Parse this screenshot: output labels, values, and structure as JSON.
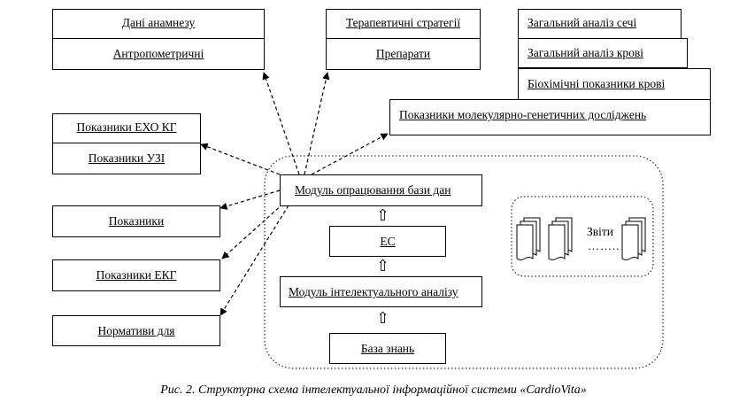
{
  "colors": {
    "line": "#000000",
    "background": "#ffffff"
  },
  "groups": {
    "anamnesis": {
      "items": [
        "Дані анамнезу",
        "Антропометричні"
      ]
    },
    "therapy": {
      "items": [
        "Терапевтичні стратегії",
        "Препарати"
      ]
    },
    "labs": {
      "items": [
        "Загальний аналіз сечі",
        "Загальний аналіз крові",
        "Біохімічні показники крові",
        "Показники молекулярно-генетичних досліджень"
      ]
    },
    "imaging": {
      "items": [
        "Показники ЕХО КГ",
        "Показники УЗІ"
      ]
    },
    "indicators": {
      "label": "Показники"
    },
    "ecg": {
      "label": "Показники ЕКГ"
    },
    "norms": {
      "label": "Нормативи для"
    }
  },
  "core": {
    "processing_module": "Модуль опрацювання бази дан",
    "es": "ЕС",
    "intellectual_module": "Модуль інтелектуального аналізу",
    "knowledge_base": "База знань",
    "reports_label": "Звіти",
    "arrow_glyph": "⇧"
  },
  "caption": "Рис. 2. Структурна схема інтелектуальної інформаційної системи «CardioVita»"
}
